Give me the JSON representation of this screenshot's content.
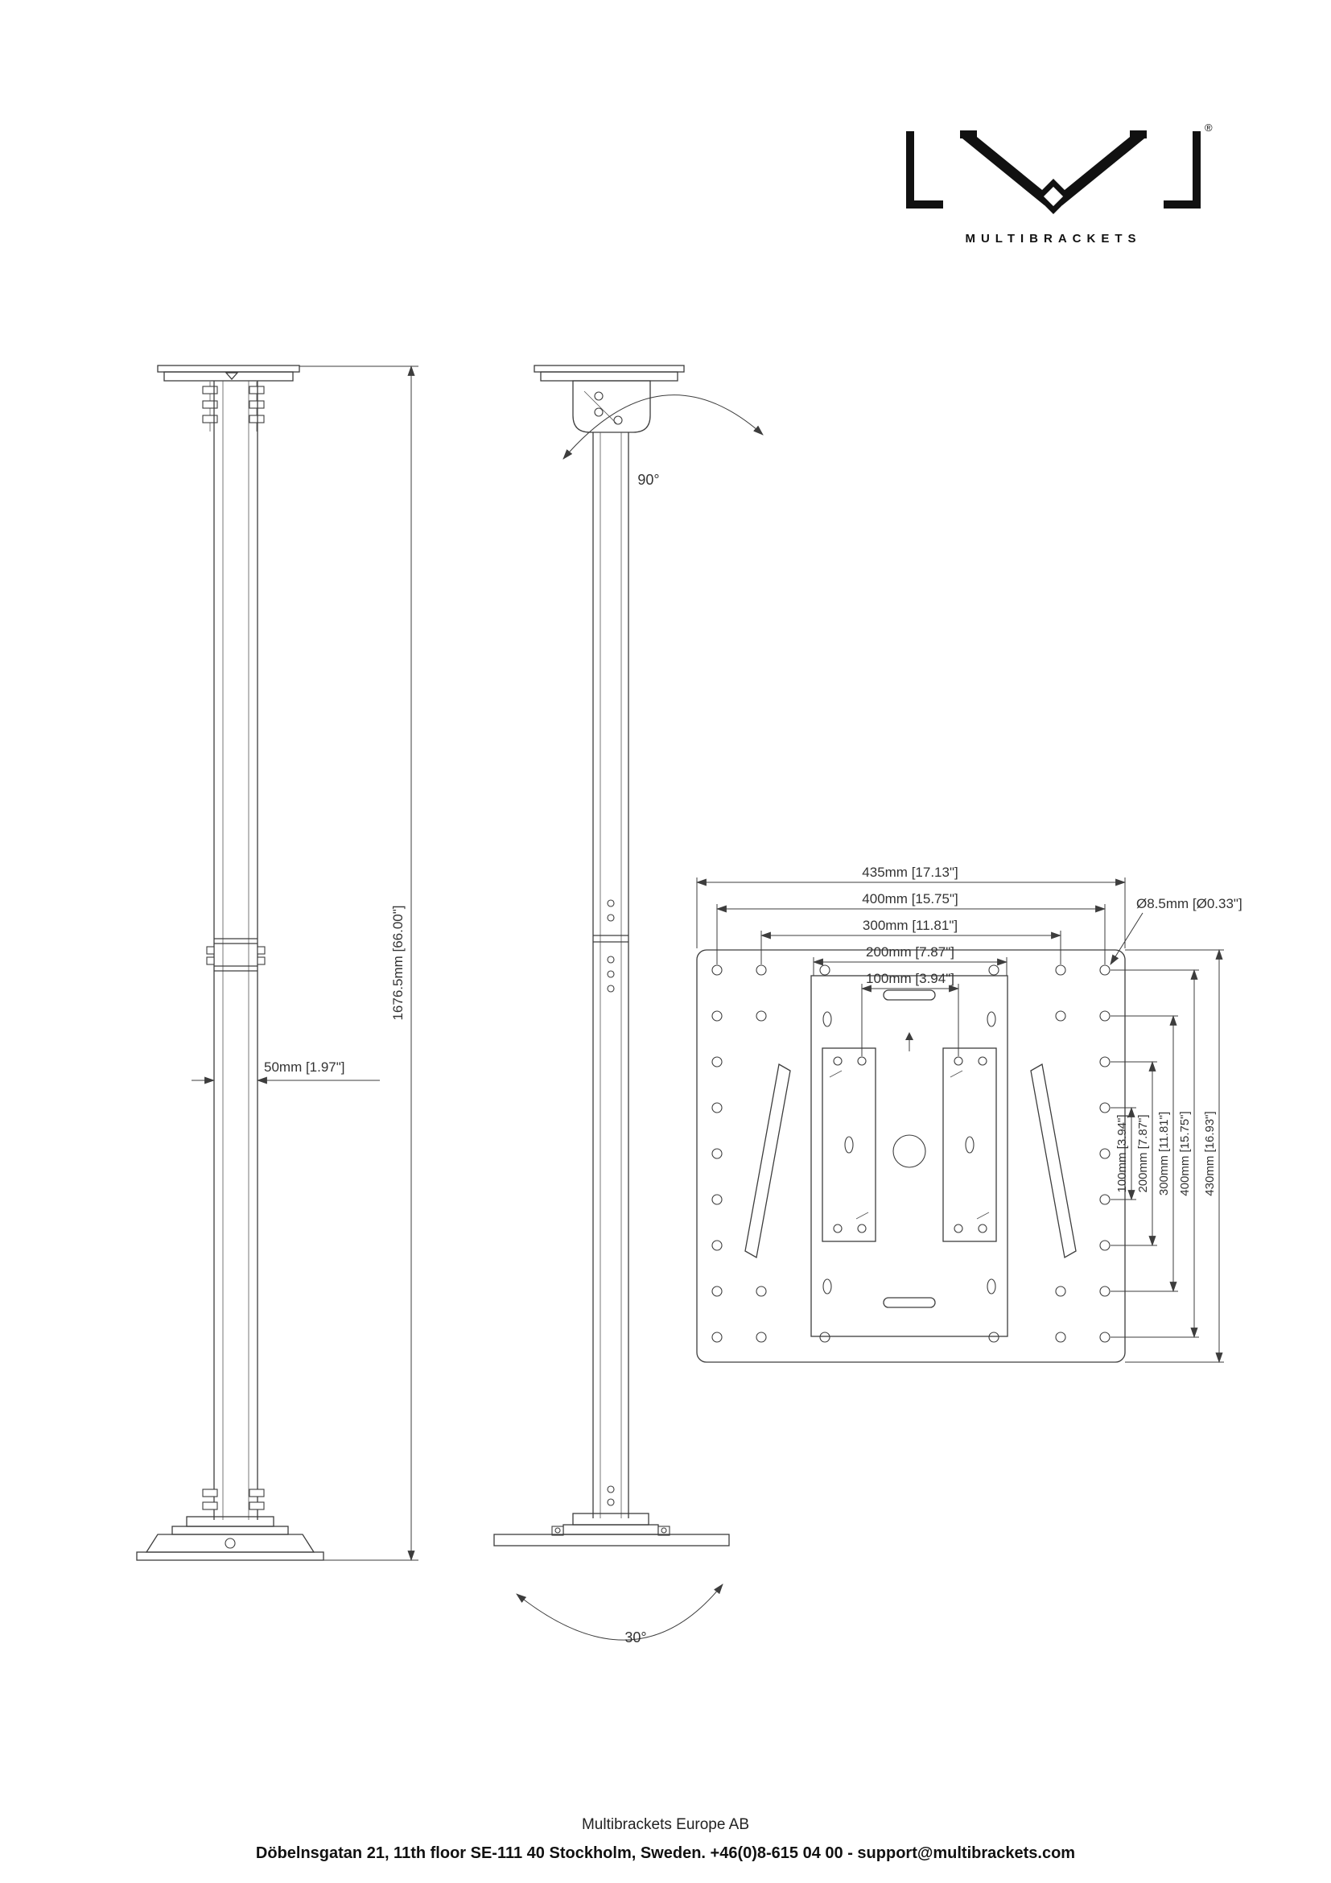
{
  "logo": {
    "brand": "MULTIBRACKETS",
    "registered": "®"
  },
  "front_view": {
    "overall_height": "1676.5mm [66.00\"]",
    "pole_width": "50mm [1.97\"]"
  },
  "side_view": {
    "swivel_angle": "90°",
    "tilt_angle": "30°"
  },
  "rear_view": {
    "width_dims": [
      "435mm [17.13\"]",
      "400mm [15.75\"]",
      "300mm [11.81\"]",
      "200mm [7.87\"]",
      "100mm [3.94\"]"
    ],
    "hole_diameter": "Ø8.5mm [Ø0.33\"]",
    "height_dims": [
      "100mm [3.94\"]",
      "200mm [7.87\"]",
      "300mm [11.81\"]",
      "400mm [15.75\"]",
      "430mm [16.93\"]"
    ]
  },
  "footer": {
    "company": "Multibrackets Europe AB",
    "address": "Döbelnsgatan 21, 11th floor SE-111 40 Stockholm, Sweden. +46(0)8-615 04 00 - support@multibrackets.com"
  },
  "colors": {
    "line": "#3d3d3d",
    "ink": "#111111",
    "text": "#333333"
  }
}
